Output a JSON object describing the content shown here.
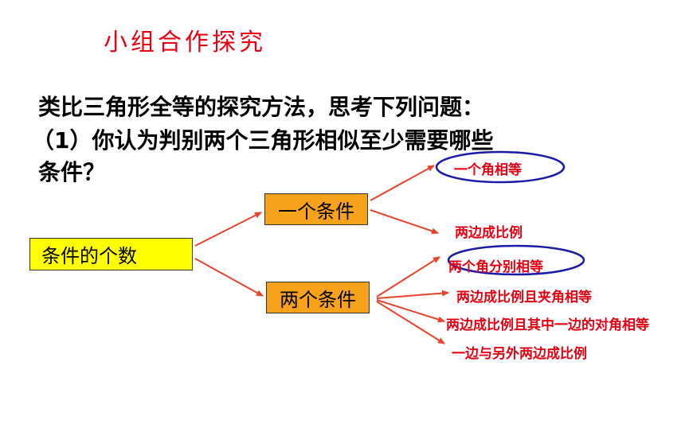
{
  "title": "小组合作探究",
  "question": {
    "line1": "类比三角形全等的探究方法，思考下列问题：",
    "line2": "（1）你认为判别两个三角形相似至少需要哪些",
    "line3": "条件？"
  },
  "boxes": {
    "count": "条件的个数",
    "one_condition": "一个条件",
    "two_conditions": "两个条件"
  },
  "results": [
    "一个角相等",
    "两边成比例",
    "两个角分别相等",
    "两边成比例且夹角相等",
    "两边成比例且其中一边的对角相等",
    "一边与另外两边成比例"
  ],
  "colors": {
    "title": "#e60012",
    "result_text": "#e60012",
    "arrow": "#e8432a",
    "ellipse": "#1a1aa8",
    "count_box": "#ffff00",
    "condition_box": "#f7a21b"
  }
}
